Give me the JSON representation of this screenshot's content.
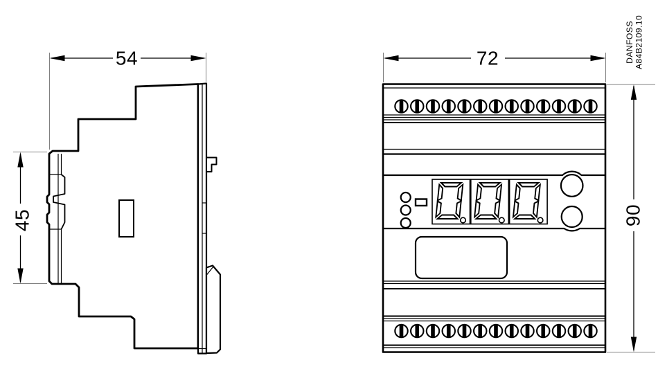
{
  "colors": {
    "background": "#ffffff",
    "line": "#000000",
    "extension_line": "#808080"
  },
  "brand_block": {
    "line1": "DANFOSS",
    "line2": "A84B2109.10"
  },
  "dimensions": {
    "side_width": {
      "label": "54"
    },
    "din_clip_height": {
      "label": "45"
    },
    "front_width": {
      "label": "72"
    },
    "front_height": {
      "label": "90"
    }
  },
  "front_view": {
    "terminal_rows": {
      "top_screw_count": 13,
      "bottom_screw_count": 13
    },
    "display": {
      "digits": [
        "0",
        "0",
        "0"
      ],
      "led_count": 3,
      "button_count": 2
    }
  }
}
